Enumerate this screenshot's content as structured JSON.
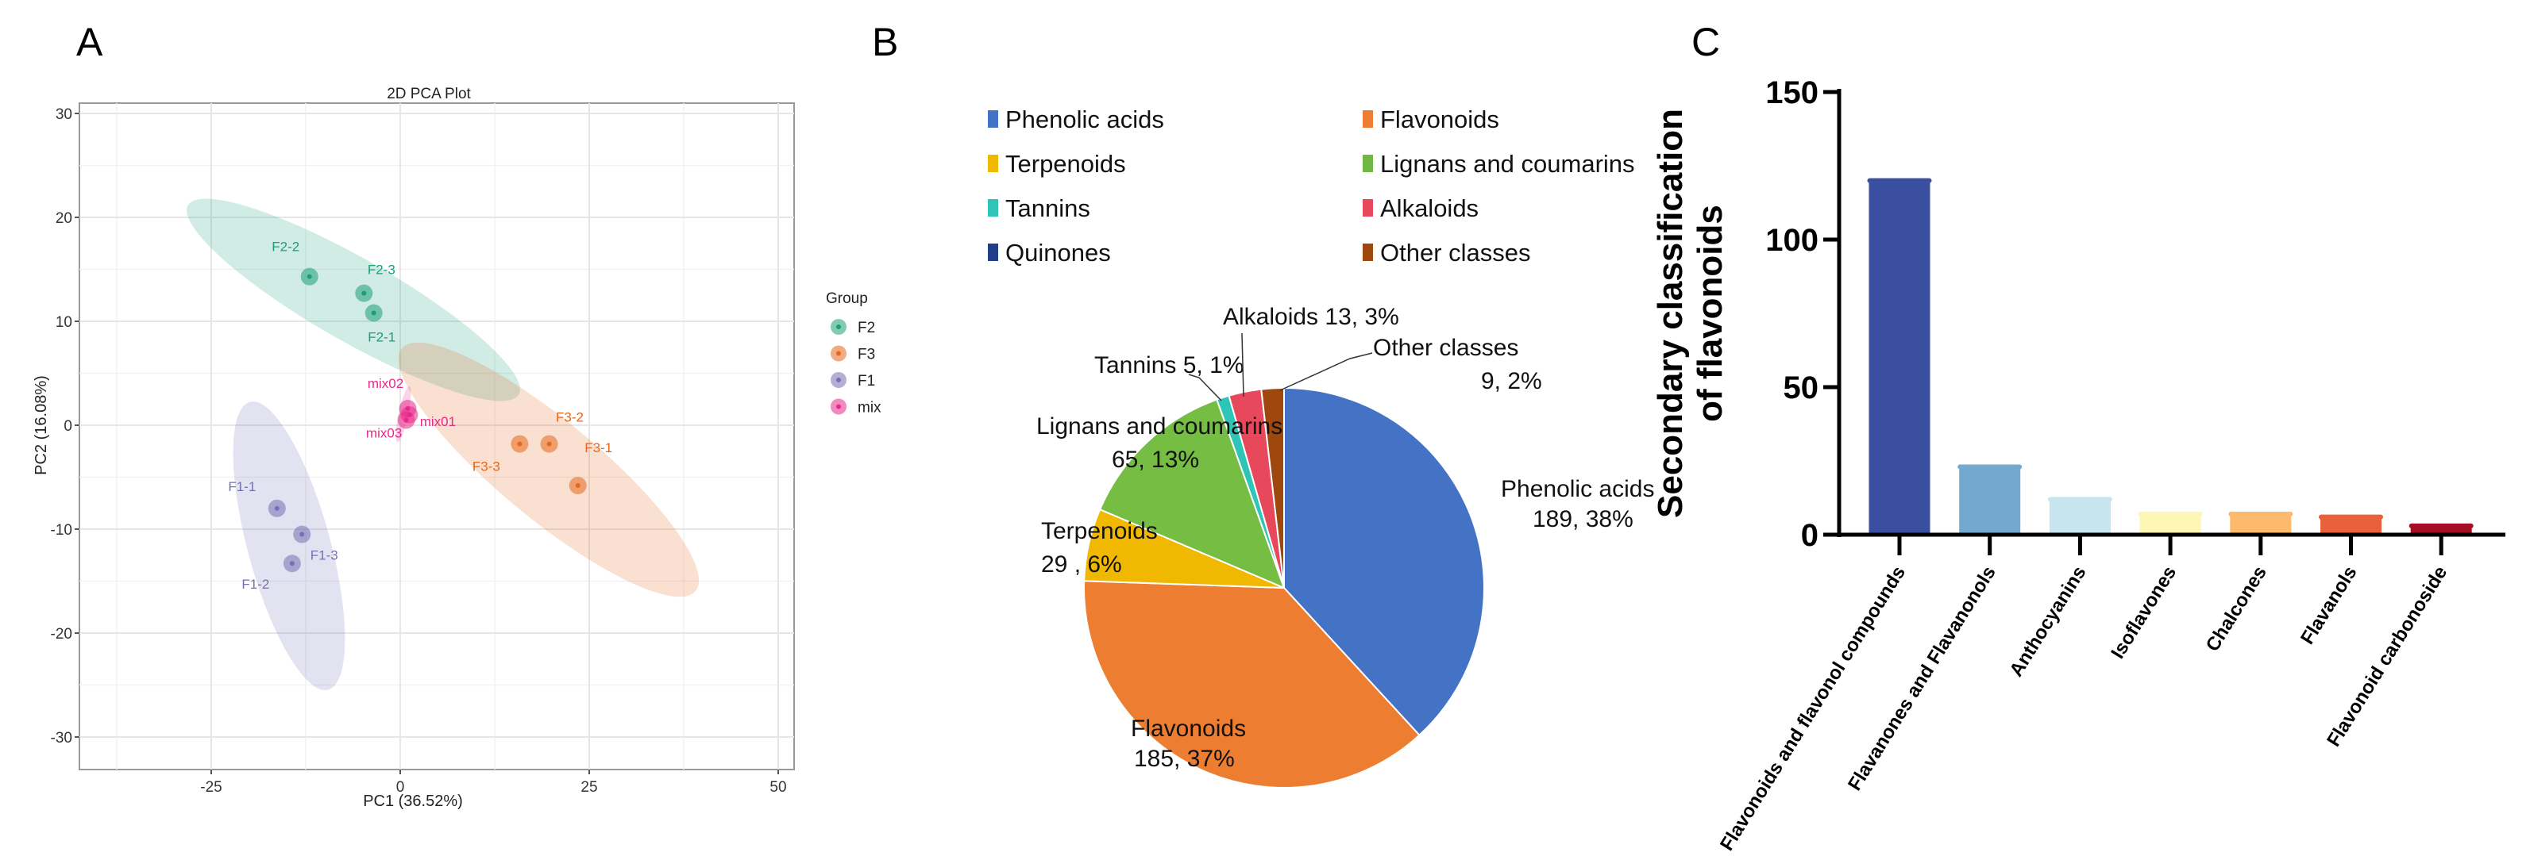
{
  "panel_labels": [
    "A",
    "B",
    "C"
  ],
  "chart_data": [
    {
      "type": "scatter",
      "title": "2D PCA Plot",
      "xlabel": "PC1 (36.52%)",
      "ylabel": "PC2 (16.08%)",
      "xlim": [
        -42,
        53
      ],
      "ylim": [
        -33,
        31
      ],
      "xticks": [
        -25,
        0,
        25,
        50
      ],
      "yticks": [
        30,
        20,
        10,
        0,
        -10,
        -20,
        -30
      ],
      "grid": true,
      "legend": {
        "title": "Group",
        "placement": "right",
        "entries": [
          "F2",
          "F3",
          "F1",
          "mix"
        ]
      },
      "colors": {
        "F2": "#1b9e77",
        "F3": "#e6661a",
        "F1": "#7570b3",
        "mix": "#e7298a"
      },
      "points": [
        {
          "label": "F2-2",
          "group": "F2",
          "x": -12.0,
          "y": 14.3
        },
        {
          "label": "F2-3",
          "group": "F2",
          "x": -4.8,
          "y": 12.7
        },
        {
          "label": "F2-1",
          "group": "F2",
          "x": -3.5,
          "y": 10.8
        },
        {
          "label": "mix02",
          "group": "mix",
          "x": 1.0,
          "y": 1.6
        },
        {
          "label": "mix01",
          "group": "mix",
          "x": 1.2,
          "y": 1.0
        },
        {
          "label": "mix03",
          "group": "mix",
          "x": 0.8,
          "y": 0.5
        },
        {
          "label": "F3-3",
          "group": "F3",
          "x": 15.8,
          "y": -1.8
        },
        {
          "label": "F3-2",
          "group": "F3",
          "x": 19.7,
          "y": -1.8
        },
        {
          "label": "F3-1",
          "group": "F3",
          "x": 23.5,
          "y": -5.8
        },
        {
          "label": "F1-1",
          "group": "F1",
          "x": -16.3,
          "y": -8.0
        },
        {
          "label": "F1-3",
          "group": "F1",
          "x": -13.0,
          "y": -10.5
        },
        {
          "label": "F1-2",
          "group": "F1",
          "x": -14.3,
          "y": -13.3
        }
      ]
    },
    {
      "type": "pie",
      "legend": {
        "placement": "top",
        "entries": [
          "Phenolic acids",
          "Flavonoids",
          "Terpenoids",
          "Lignans and coumarins",
          "Tannins",
          "Alkaloids",
          "Quinones",
          "Other classes"
        ]
      },
      "legend_colors": [
        "#4472c4",
        "#ed7d31",
        "#f0b800",
        "#70b843",
        "#2ec4b6",
        "#e8485b",
        "#203f86",
        "#9e480e"
      ],
      "slices": [
        {
          "name": "Phenolic acids",
          "value": 189,
          "label": "Phenolic acids",
          "value_label": "189, 38%",
          "color": "#4472c4"
        },
        {
          "name": "Flavonoids",
          "value": 185,
          "label": "Flavonoids",
          "value_label": "185, 37%",
          "color": "#ed7d31"
        },
        {
          "name": "Terpenoids",
          "value": 29,
          "label": "Terpenoids",
          "value_label": "29 , 6%",
          "color": "#f0b800"
        },
        {
          "name": "Lignans and coumarins",
          "value": 65,
          "label": "Lignans and coumarins",
          "value_label": "65, 13%",
          "color": "#76bd43"
        },
        {
          "name": "Tannins",
          "value": 5,
          "label": "Tannins 5, 1%",
          "value_label": "",
          "color": "#2ec4b6"
        },
        {
          "name": "Alkaloids",
          "value": 13,
          "label": "Alkaloids 13, 3%",
          "value_label": "",
          "color": "#e8485b"
        },
        {
          "name": "Other classes",
          "value": 9,
          "label": "Other classes",
          "value_label": "9, 2%",
          "color": "#9e480e"
        }
      ]
    },
    {
      "type": "bar",
      "ylabel": [
        "Secondary classification",
        "of flavonoids"
      ],
      "ylim": [
        0,
        150
      ],
      "yticks": [
        0,
        50,
        100,
        150
      ],
      "categories": [
        "Flavonoids and flavonol compounds",
        "Flavanones and Flavanonols",
        "Anthocyanins",
        "Isoflavones",
        "Chalcones",
        "Flavanols",
        "Flavonoid carbonoside"
      ],
      "values": [
        120,
        23,
        12,
        7,
        7,
        6,
        3
      ],
      "colors": [
        "#3a4fa0",
        "#74a9cf",
        "#c6e5ef",
        "#fef6b5",
        "#fdb96c",
        "#e9603c",
        "#a50f26"
      ]
    }
  ]
}
